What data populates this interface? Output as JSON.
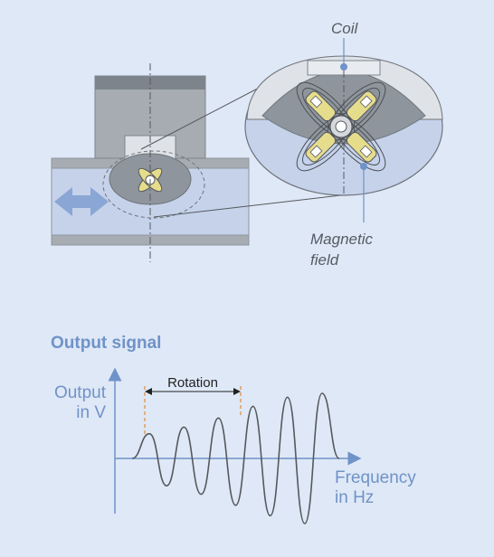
{
  "labels": {
    "coil": "Coil",
    "magnetic_line1": "Magnetic",
    "magnetic_line2": "field",
    "chart_title": "Output signal",
    "y_line1": "Output",
    "y_line2": "in V",
    "x_line1": "Frequency",
    "x_line2": "in Hz",
    "rotation": "Rotation"
  },
  "colors": {
    "background": "#dfe8f6",
    "accent_blue": "#6f93c8",
    "rotor_yellow": "#e6dd8c",
    "housing_gray": "#a7acb2",
    "pipe_blue": "#c5d2ea",
    "marker_orange": "#e08a3a"
  },
  "icons": {
    "flow_arrow": "double-headed-arrow-icon",
    "rotor": "turbine-rotor-icon"
  },
  "chart_data": {
    "type": "line",
    "title": "Output signal",
    "xlabel": "Frequency in Hz",
    "ylabel": "Output in V",
    "series": [
      {
        "values": [
          [
            0,
            0
          ],
          [
            1,
            0.38
          ],
          [
            2,
            -0.42
          ],
          [
            3,
            0.48
          ],
          [
            4,
            -0.55
          ],
          [
            5,
            0.62
          ],
          [
            6,
            -0.72
          ],
          [
            7,
            0.8
          ],
          [
            8,
            -0.88
          ],
          [
            9,
            0.94
          ],
          [
            10,
            -1.0
          ],
          [
            11,
            1.0
          ],
          [
            12,
            0
          ]
        ]
      }
    ],
    "annotations": [
      "Rotation"
    ],
    "grid": false
  }
}
